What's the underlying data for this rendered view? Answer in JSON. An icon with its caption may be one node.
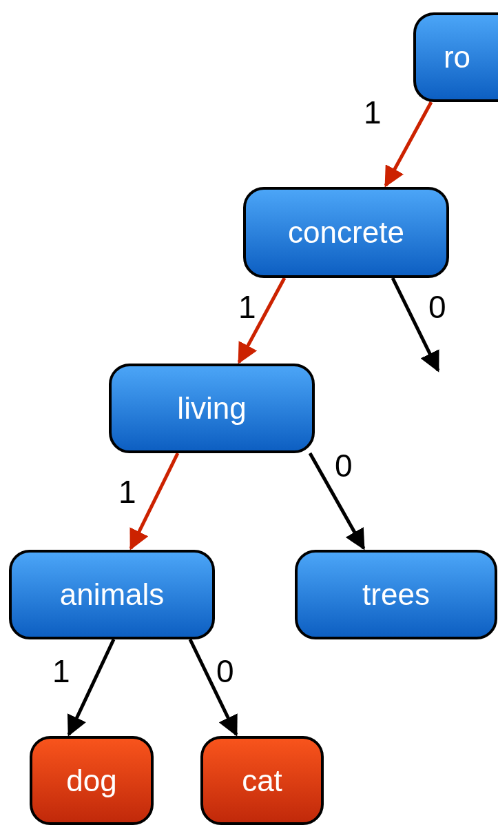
{
  "diagram": {
    "nodes": [
      {
        "text": [
          "ro"
        ]
      },
      {
        "text": [
          "concrete"
        ]
      },
      {
        "text": [
          "living"
        ]
      },
      {
        "text": [
          "animals"
        ]
      },
      {
        "text": [
          "trees"
        ]
      },
      {
        "text": [
          "dog"
        ]
      },
      {
        "text": [
          "cat"
        ]
      }
    ],
    "edges": [
      {
        "from": 0,
        "to": 1,
        "arrow": "to",
        "label": "1",
        "color": "#cc2200"
      },
      {
        "from": 1,
        "to": 2,
        "arrow": "to",
        "label": "1",
        "color": "#cc2200"
      },
      {
        "from": 1,
        "to": null,
        "arrow": "to",
        "label": "0"
      },
      {
        "from": 2,
        "to": 3,
        "arrow": "to",
        "label": "1",
        "color": "#cc2200"
      },
      {
        "from": 2,
        "to": 4,
        "arrow": "to",
        "label": "0"
      },
      {
        "from": 3,
        "to": 5,
        "arrow": "to",
        "label": "1"
      },
      {
        "from": 3,
        "to": 6,
        "arrow": "to",
        "label": "0"
      }
    ]
  }
}
